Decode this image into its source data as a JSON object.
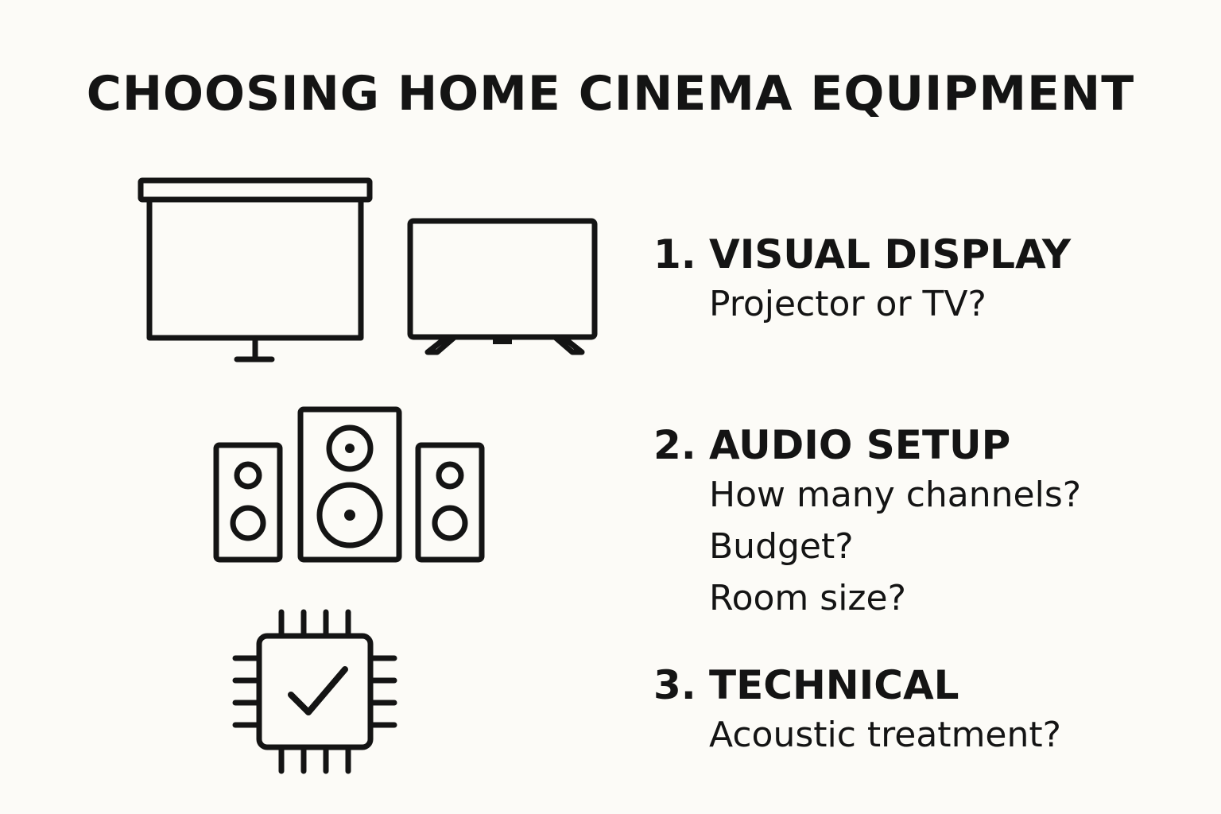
{
  "colors": {
    "background": "#fcfbf7",
    "ink": "#141414"
  },
  "title": "CHOOSING HOME CINEMA EQUIPMENT",
  "icons": {
    "display": [
      "projector-screen-icon",
      "tv-icon"
    ],
    "audio": "speakers-icon",
    "technical": "chip-check-icon"
  },
  "sections": [
    {
      "number": "1.",
      "heading": "VISUAL DISPLAY",
      "lines": [
        "Projector or TV?"
      ]
    },
    {
      "number": "2.",
      "heading": "AUDIO SETUP",
      "lines": [
        "How many channels?",
        "Budget?",
        "Room size?"
      ]
    },
    {
      "number": "3.",
      "heading": "TECHNICAL",
      "lines": [
        "Acoustic treatment?"
      ]
    }
  ]
}
